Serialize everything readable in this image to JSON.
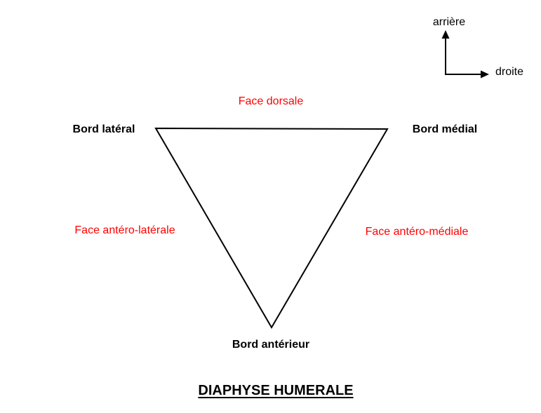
{
  "title": "DIAPHYSE HUMERALE",
  "compass": {
    "up_label": "arrière",
    "right_label": "droite"
  },
  "triangle": {
    "faces": [
      {
        "label": "Face dorsale",
        "position": "top"
      },
      {
        "label": "Face antéro-latérale",
        "position": "left"
      },
      {
        "label": "Face antéro-médiale",
        "position": "right"
      }
    ],
    "borders": [
      {
        "label": "Bord latéral",
        "position": "top-left"
      },
      {
        "label": "Bord médial",
        "position": "top-right"
      },
      {
        "label": "Bord antérieur",
        "position": "bottom"
      }
    ]
  },
  "colors": {
    "face_label": "#ff0000",
    "border_label": "#000000",
    "line": "#000000",
    "background": "#ffffff"
  }
}
